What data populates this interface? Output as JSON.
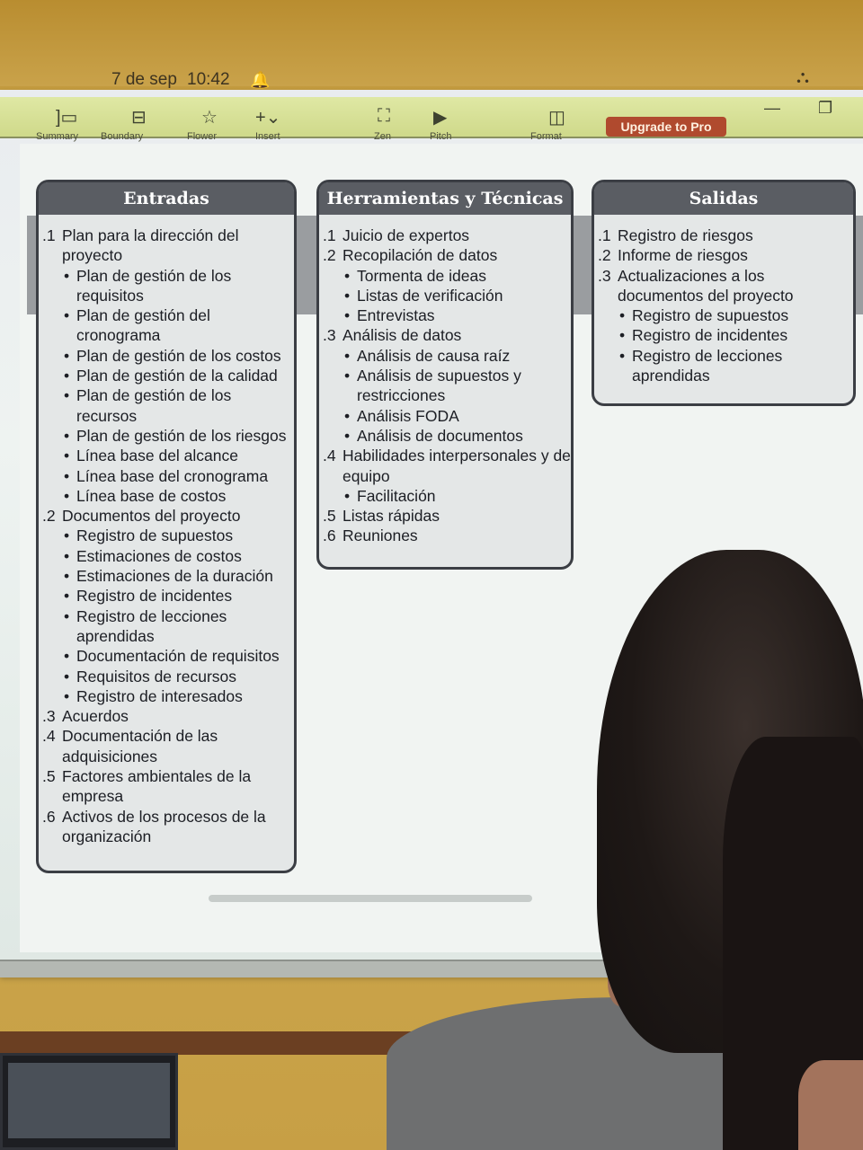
{
  "status_bar": {
    "date": "7 de sep",
    "time": "10:42",
    "bell_icon": "bell-icon",
    "network_icon": "network-icon"
  },
  "toolbar": {
    "upgrade_label": "Upgrade to Pro",
    "icons": [
      "sidebar-icon",
      "minus-box-icon",
      "star-icon",
      "plus-icon",
      "fullscreen-icon",
      "play-icon",
      "panel-icon"
    ],
    "tabs": [
      "Summary",
      "Boundary",
      "Flower",
      "Insert",
      "Zen",
      "Pitch",
      "Format"
    ]
  },
  "slide": {
    "entradas": {
      "title": "Entradas",
      "items": [
        {
          "num": ".1",
          "text": "Plan para la dirección del proyecto",
          "subs": [
            "Plan de gestión de los requisitos",
            "Plan de gestión del cronograma",
            "Plan de gestión de los costos",
            "Plan de gestión de la calidad",
            "Plan de gestión de los recursos",
            "Plan de gestión de los riesgos",
            "Línea base del alcance",
            "Línea base del cronograma",
            "Línea base de costos"
          ]
        },
        {
          "num": ".2",
          "text": "Documentos del proyecto",
          "subs": [
            "Registro de supuestos",
            "Estimaciones de costos",
            "Estimaciones de la duración",
            "Registro de incidentes",
            "Registro de lecciones aprendidas",
            "Documentación de requisitos",
            "Requisitos de recursos",
            "Registro de interesados"
          ]
        },
        {
          "num": ".3",
          "text": "Acuerdos",
          "subs": []
        },
        {
          "num": ".4",
          "text": "Documentación de las adquisiciones",
          "subs": []
        },
        {
          "num": ".5",
          "text": "Factores ambientales de la empresa",
          "subs": []
        },
        {
          "num": ".6",
          "text": "Activos de los procesos de la organización",
          "subs": []
        }
      ]
    },
    "herramientas": {
      "title": "Herramientas y Técnicas",
      "items": [
        {
          "num": ".1",
          "text": "Juicio de expertos",
          "subs": []
        },
        {
          "num": ".2",
          "text": "Recopilación de datos",
          "subs": [
            "Tormenta de ideas",
            "Listas de verificación",
            "Entrevistas"
          ]
        },
        {
          "num": ".3",
          "text": "Análisis de datos",
          "subs": [
            "Análisis de causa raíz",
            "Análisis de supuestos y restricciones",
            "Análisis FODA",
            "Análisis de documentos"
          ]
        },
        {
          "num": ".4",
          "text": "Habilidades interpersonales y de equipo",
          "subs": [
            "Facilitación"
          ]
        },
        {
          "num": ".5",
          "text": "Listas rápidas",
          "subs": []
        },
        {
          "num": ".6",
          "text": "Reuniones",
          "subs": []
        }
      ]
    },
    "salidas": {
      "title": "Salidas",
      "items": [
        {
          "num": ".1",
          "text": "Registro de riesgos",
          "subs": []
        },
        {
          "num": ".2",
          "text": "Informe de riesgos",
          "subs": []
        },
        {
          "num": ".3",
          "text": "Actualizaciones a los documentos del proyecto",
          "subs": [
            "Registro de supuestos",
            "Registro de incidentes",
            "Registro de lecciones aprendidas"
          ]
        }
      ]
    }
  }
}
